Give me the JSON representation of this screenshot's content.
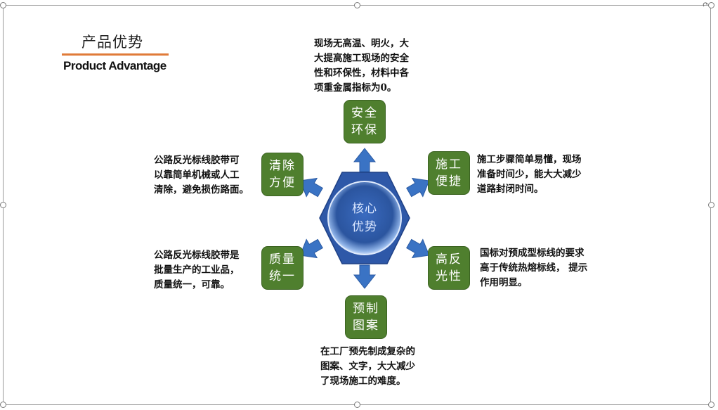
{
  "header": {
    "title_cn": "产品优势",
    "title_en": "Product Advantage"
  },
  "core": {
    "label": "核心优势"
  },
  "advantages": [
    {
      "name": "安全环保",
      "description": "现场无高温、明火，大\n大提高施工现场的安全\n性和环保性，材料中各\n项重金属指标为0。"
    },
    {
      "name": "施工便捷",
      "description": "施工步骤简单易懂，现场\n准备时间少，能大大减少\n道路封闭时间。"
    },
    {
      "name": "高反光性",
      "description": "国标对预成型标线的要求\n高于传统热熔标线， 提示\n作用明显。"
    },
    {
      "name": "预制图案",
      "description": "在工厂预先制成复杂的\n图案、文字，大大减少\n了现场施工的难度。"
    },
    {
      "name": "质量统一",
      "description": "公路反光标线胶带是\n批量生产的工业品，\n质量统一，可靠。"
    },
    {
      "name": "清除方便",
      "description": "公路反光标线胶带可\n以靠简单机械或人工\n清除，避免损伤路面。"
    }
  ],
  "colors": {
    "box_green": "#4f7f2e",
    "hexagon_blue": "#2e58a8",
    "arrow_blue": "#3a73c4",
    "accent_line": "#e07b39"
  }
}
